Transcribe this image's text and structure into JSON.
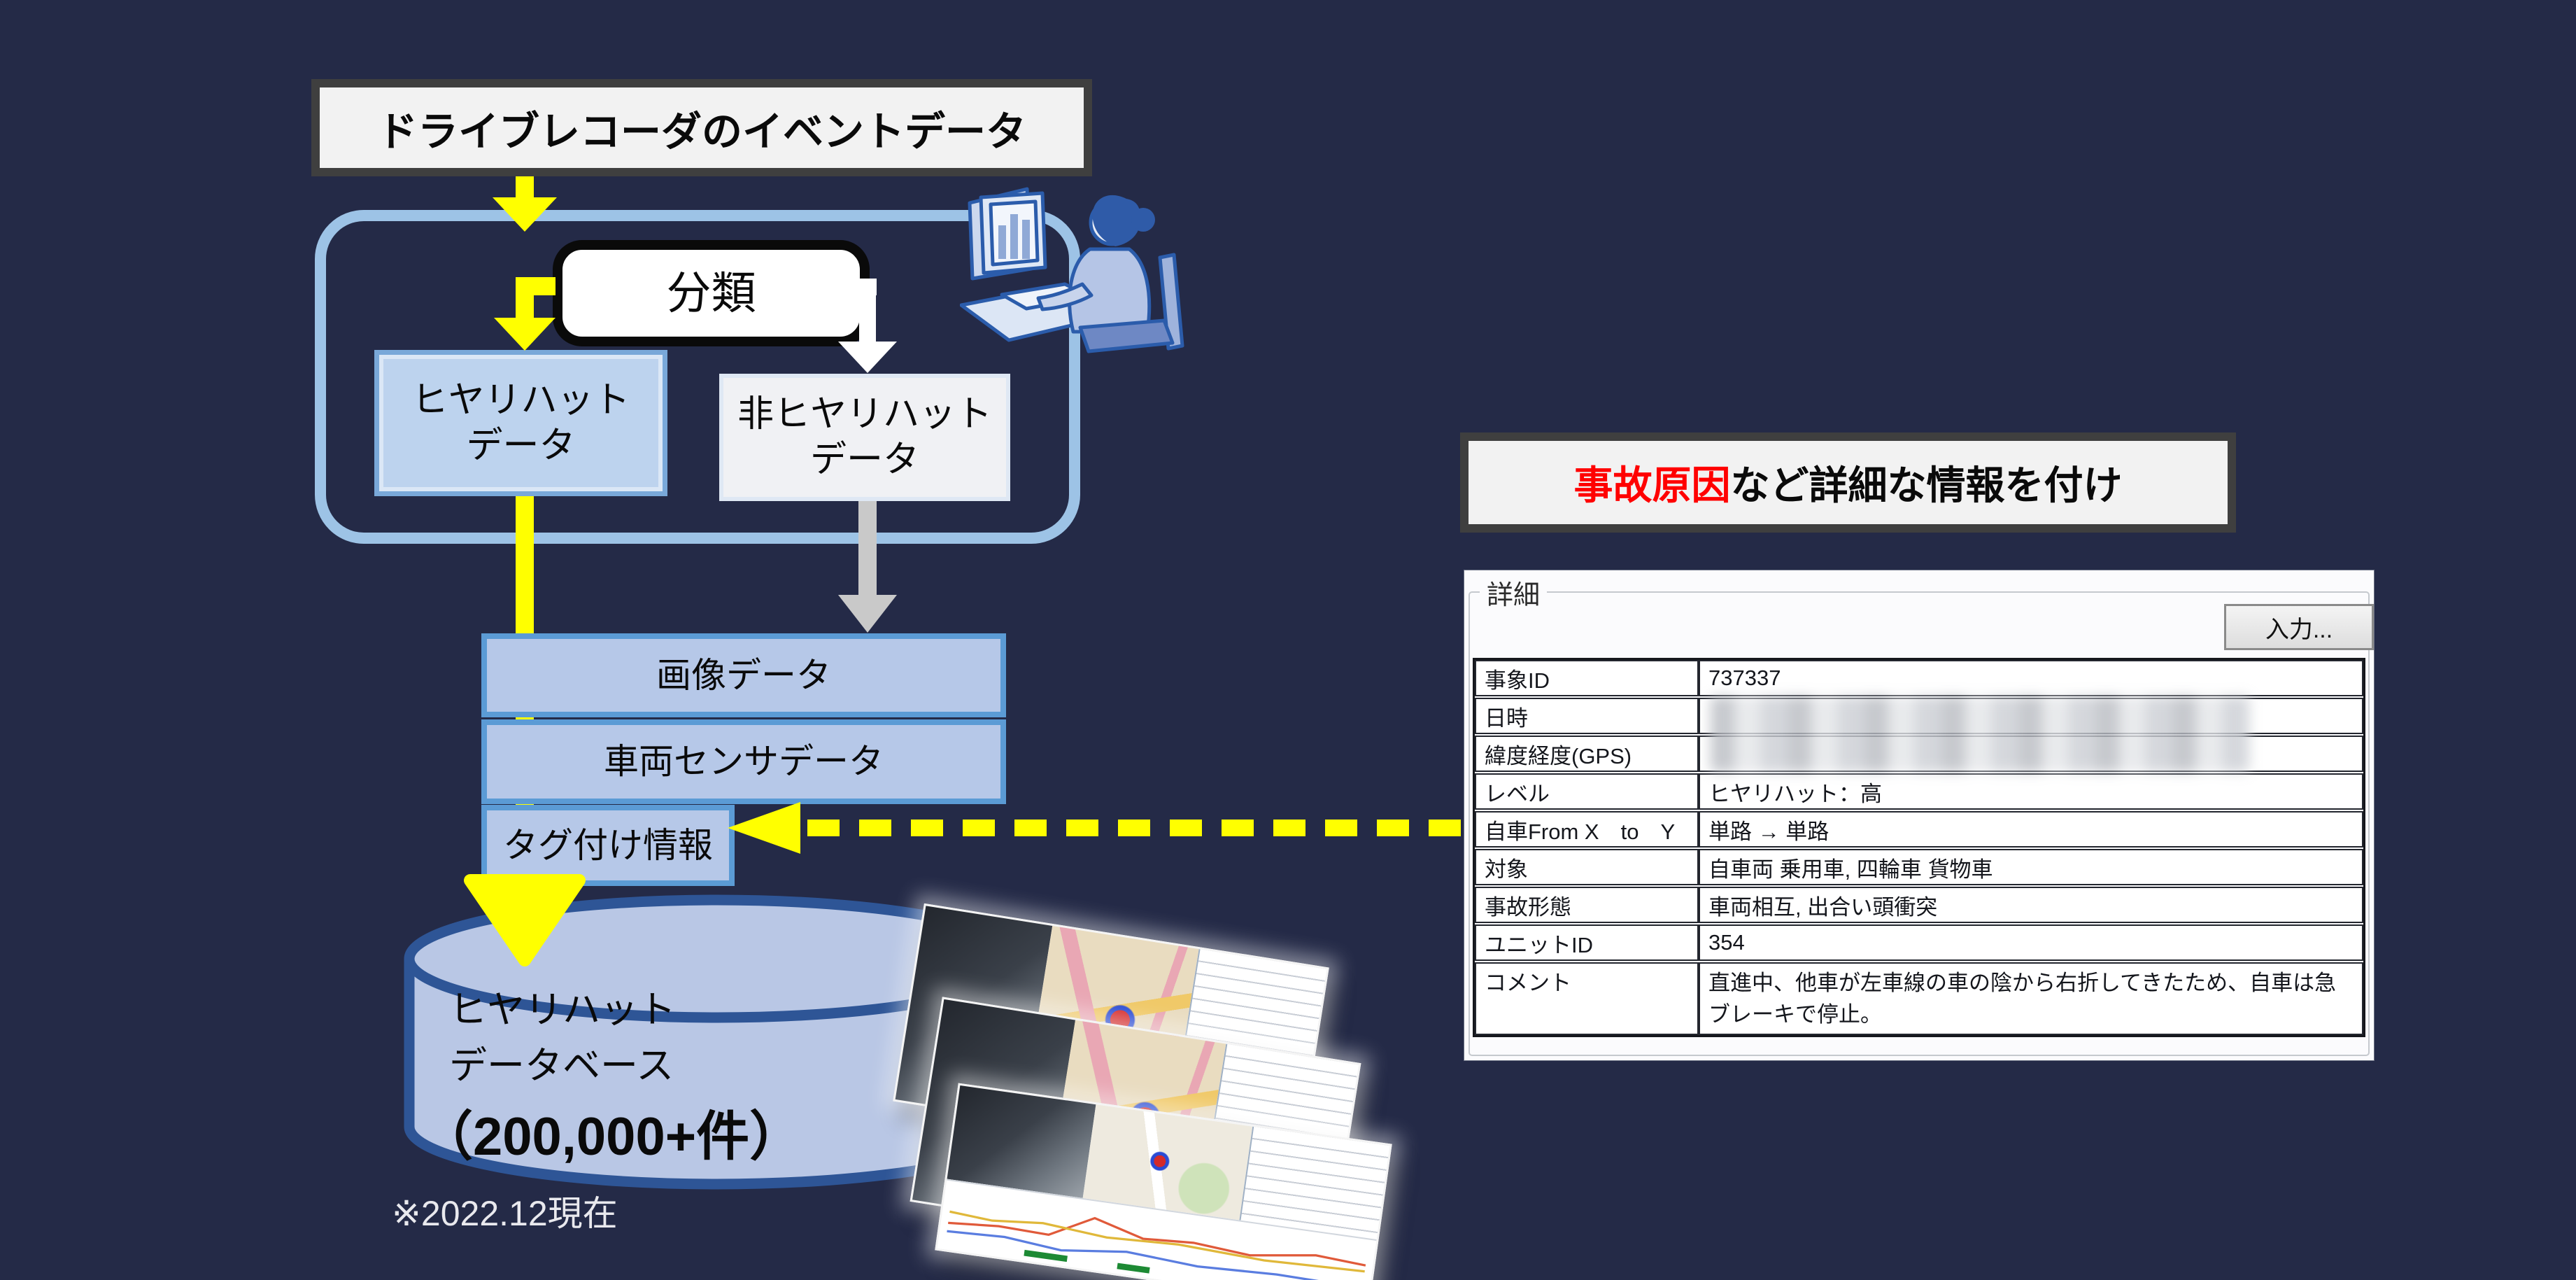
{
  "colors": {
    "background": "#242a47",
    "accent_yellow": "#ffff00",
    "accent_red": "#ff0000",
    "container_blue": "#9dc3e6",
    "box_blue_fill": "#b6c8e8",
    "box_blue_border": "#5b9bd5",
    "non_hiyari_fill": "#f0f1f4",
    "cylinder_fill": "#b9c7e5",
    "cylinder_border": "#2e5596",
    "gray_arrow": "#c9c9c9",
    "headline_fill": "#f2f2f2",
    "headline_border": "#3f3f3f"
  },
  "flow": {
    "title": "ドライブレコーダのイベントデータ",
    "classify_label": "分類",
    "hiyari_line1": "ヒヤリハット",
    "hiyari_line2": "データ",
    "non_hiyari_line1": "非ヒヤリハット",
    "non_hiyari_line2": "データ",
    "image_data_box": "画像データ",
    "sensor_data_box": "車両センサデータ",
    "tag_info_box": "タグ付け情報"
  },
  "database": {
    "line1": "ヒヤリハット",
    "line2": "データベース",
    "count": "（200,000+件）",
    "note": "※2022.12現在"
  },
  "detail_header": {
    "accent": "事故原因",
    "rest": "など詳細な情報を付け"
  },
  "panel": {
    "group_label": "詳細",
    "input_button": "入力...",
    "rows": [
      {
        "label": "事象ID",
        "value": "737337",
        "redacted": false
      },
      {
        "label": "日時",
        "value": "",
        "redacted": true
      },
      {
        "label": "緯度経度(GPS)",
        "value": "",
        "redacted": true
      },
      {
        "label": "レベル",
        "value": "ヒヤリハット：高",
        "redacted": false
      },
      {
        "label": "自車From X　to　Y",
        "value": "単路 → 単路",
        "redacted": false
      },
      {
        "label": "対象",
        "value": "自車両 乗用車, 四輪車 貨物車",
        "redacted": false
      },
      {
        "label": "事故形態",
        "value": "車両相互, 出合い頭衝突",
        "redacted": false
      },
      {
        "label": "ユニットID",
        "value": "354",
        "redacted": false
      },
      {
        "label": "コメント",
        "value": "直進中、他車が左車線の車の陰から右折してきたため、自車は急ブレーキで停止。",
        "redacted": false
      }
    ]
  },
  "icons": {
    "person": "person-at-computer-icon",
    "database": "database-cylinder-icon",
    "thumbnails": "hiyari-record-preview"
  }
}
